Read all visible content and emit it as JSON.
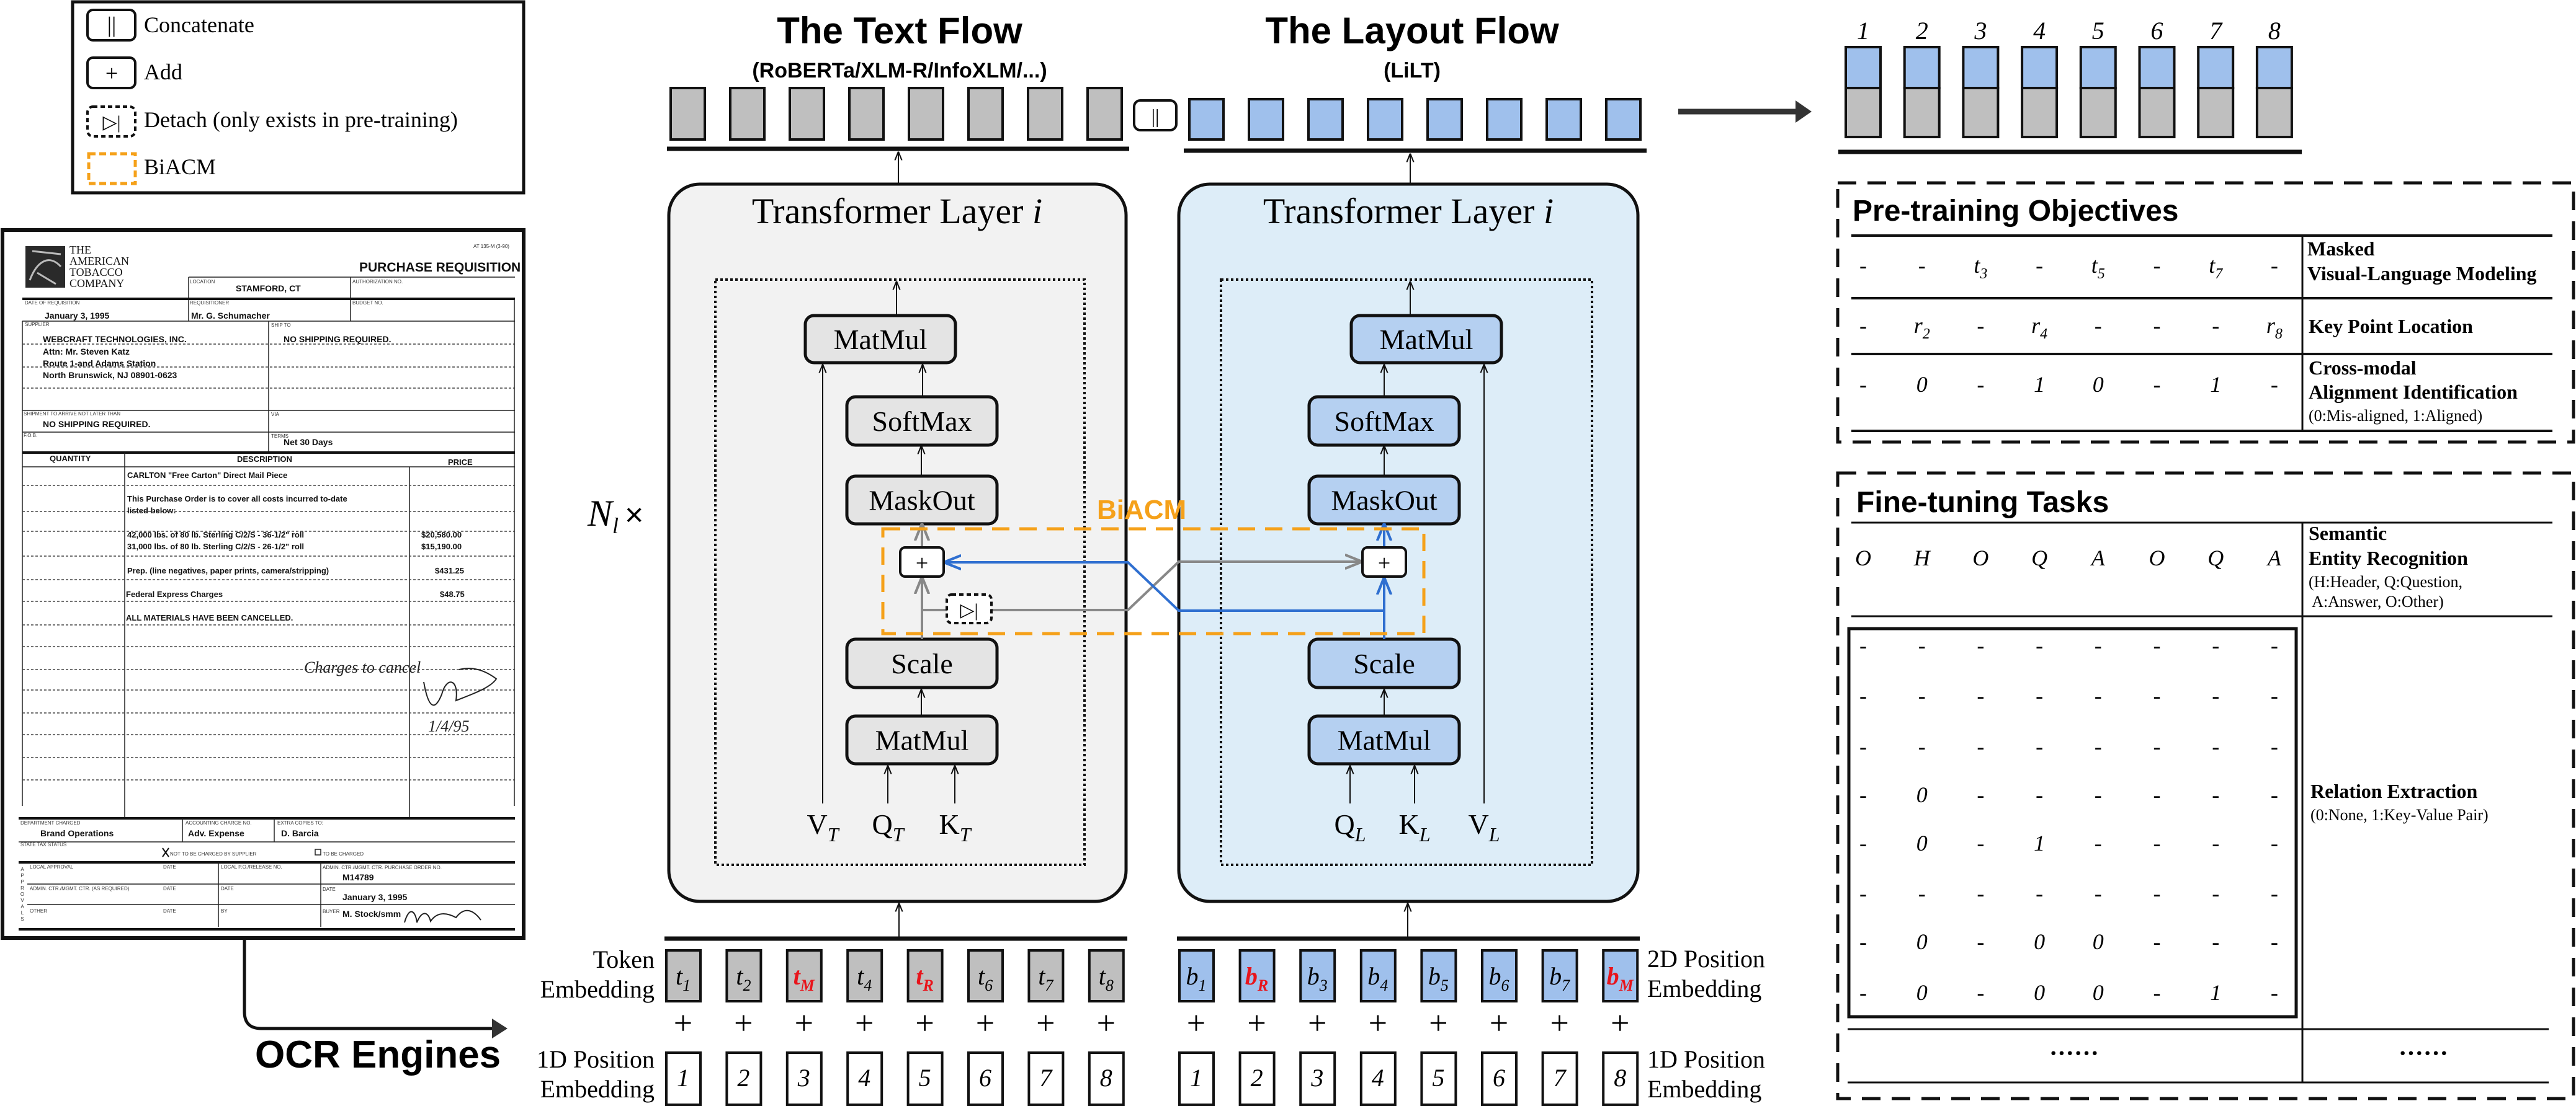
{
  "legend": {
    "items": [
      {
        "icon": "concatenate-icon",
        "symbol": "||",
        "label": "Concatenate"
      },
      {
        "icon": "add-icon",
        "symbol": "+",
        "label": "Add"
      },
      {
        "icon": "detach-icon",
        "symbol": "▷|",
        "label": "Detach (only exists in pre-training)"
      },
      {
        "icon": "biacm-icon",
        "symbol": "",
        "label": "BiACM"
      }
    ]
  },
  "document": {
    "texts": [
      "THE",
      "AMERICAN",
      "TOBACCO",
      "COMPANY",
      "AT 135-M (3-90)",
      "PURCHASE REQUISITION",
      "LOCATION",
      "STAMFORD, CT",
      "AUTHORIZATION NO.",
      "DATE OF REQUISITION",
      "January 3, 1995",
      "REQUISITIONER",
      "Mr. G. Schumacher",
      "BUDGET NO.",
      "SUPPLIER",
      "SHIP TO",
      "WEBCRAFT TECHNOLOGIES, INC.",
      "NO SHIPPING REQUIRED.",
      "Attn: Mr. Steven Katz",
      "Route 1-and Adams Station",
      "North Brunswick, NJ 08901-0623",
      "SHIPMENT TO ARRIVE NOT LATER THAN",
      "VIA",
      "NO SHIPPING REQUIRED.",
      "F.O.B.",
      "TERMS",
      "Net 30 Days",
      "QUANTITY",
      "DESCRIPTION",
      "PRICE",
      "CARLTON \"Free Carton\" Direct Mail Piece",
      "This Purchase Order is to cover all costs incurred to-date",
      "listed below:",
      "42,000 lbs. of 80 lb. Sterling C/2/S - 36-1/2\" roll",
      "$20,580.00",
      "31,000 lbs. of 80 lb. Sterling C/2/S - 26-1/2\" roll",
      "$15,190.00",
      "Prep. (line negatives, paper prints, camera/stripping)",
      "$431.25",
      "Federal Express Charges",
      "$48.75",
      "ALL MATERIALS HAVE BEEN CANCELLED.",
      "Charges to cancel",
      "1/4/95",
      "DEPARTMENT CHARGED",
      "Brand Operations",
      "ACCOUNTING CHARGE NO.",
      "Adv. Expense",
      "EXTRA COPIES TO:",
      "D. Barcia",
      "STATE TAX STATUS",
      "NOT TO BE CHARGED BY SUPPLIER",
      "TO BE CHARGED",
      "LOCAL APPROVAL",
      "DATE",
      "LOCAL P.O./RELEASE NO.",
      "ADMIN. CTR./MGMT. CTR. PURCHASE ORDER NO.",
      "M14789",
      "ADMIN. CTR./MGMT. CTR. (AS REQUIRED)",
      "DATE",
      "DATE",
      "DATE",
      "January 3, 1995",
      "OTHER",
      "DATE",
      "BY",
      "BUYER",
      "M. Stock/smm",
      "APPROVALS"
    ]
  },
  "ocr_label": "OCR Engines",
  "repeat": {
    "base": "N",
    "sub": "l",
    "times": "×"
  },
  "concat_symbol": "||",
  "add_symbol": "+",
  "detach_symbol": "▷|",
  "biacm_label": "BiACM",
  "text_flow": {
    "title": "The Text Flow",
    "subtitle": "(RoBERTa/XLM-R/InfoXLM/...)",
    "layer_title": "Transformer Layer ",
    "layer_index": "i",
    "modules": {
      "matmul_top": "MatMul",
      "softmax": "SoftMax",
      "maskout": "MaskOut",
      "scale": "Scale",
      "matmul_bottom": "MatMul"
    },
    "inputs": [
      {
        "b": "V",
        "s": "T"
      },
      {
        "b": "Q",
        "s": "T"
      },
      {
        "b": "K",
        "s": "T"
      }
    ]
  },
  "layout_flow": {
    "title": "The Layout Flow",
    "subtitle": "(LiLT)",
    "layer_title": "Transformer Layer ",
    "layer_index": "i",
    "modules": {
      "matmul_top": "MatMul",
      "softmax": "SoftMax",
      "maskout": "MaskOut",
      "scale": "Scale",
      "matmul_bottom": "MatMul"
    },
    "inputs": [
      {
        "b": "Q",
        "s": "L"
      },
      {
        "b": "K",
        "s": "L"
      },
      {
        "b": "V",
        "s": "L"
      }
    ]
  },
  "token_embedding": {
    "label_lines": [
      "Token",
      "Embedding"
    ],
    "tokens": [
      {
        "b": "t",
        "s": "1",
        "masked": false
      },
      {
        "b": "t",
        "s": "2",
        "masked": false
      },
      {
        "b": "t",
        "s": "M",
        "masked": true
      },
      {
        "b": "t",
        "s": "4",
        "masked": false
      },
      {
        "b": "t",
        "s": "R",
        "masked": true
      },
      {
        "b": "t",
        "s": "6",
        "masked": false
      },
      {
        "b": "t",
        "s": "7",
        "masked": false
      },
      {
        "b": "t",
        "s": "8",
        "masked": false
      }
    ]
  },
  "position_2d": {
    "label_lines": [
      "2D Position",
      "Embedding"
    ],
    "tokens": [
      {
        "b": "b",
        "s": "1",
        "masked": false
      },
      {
        "b": "b",
        "s": "R",
        "masked": true
      },
      {
        "b": "b",
        "s": "3",
        "masked": false
      },
      {
        "b": "b",
        "s": "4",
        "masked": false
      },
      {
        "b": "b",
        "s": "5",
        "masked": false
      },
      {
        "b": "b",
        "s": "6",
        "masked": false
      },
      {
        "b": "b",
        "s": "7",
        "masked": false
      },
      {
        "b": "b",
        "s": "M",
        "masked": true
      }
    ]
  },
  "position_1d": {
    "label_lines": [
      "1D Position",
      "Embedding"
    ],
    "values": [
      "1",
      "2",
      "3",
      "4",
      "5",
      "6",
      "7",
      "8"
    ]
  },
  "output_indices": [
    "1",
    "2",
    "3",
    "4",
    "5",
    "6",
    "7",
    "8"
  ],
  "pretraining": {
    "title": "Pre-training Objectives",
    "rows": [
      {
        "cells": [
          {
            "b": "-"
          },
          {
            "b": "-"
          },
          {
            "b": "t",
            "s": "3"
          },
          {
            "b": "-"
          },
          {
            "b": "t",
            "s": "5"
          },
          {
            "b": "-"
          },
          {
            "b": "t",
            "s": "7"
          },
          {
            "b": "-"
          }
        ],
        "label_lines": [
          "Masked",
          "Visual-Language Modeling"
        ],
        "note": ""
      },
      {
        "cells": [
          {
            "b": "-"
          },
          {
            "b": "r",
            "s": "2"
          },
          {
            "b": "-"
          },
          {
            "b": "r",
            "s": "4"
          },
          {
            "b": "-"
          },
          {
            "b": "-"
          },
          {
            "b": "-"
          },
          {
            "b": "r",
            "s": "8"
          }
        ],
        "label_lines": [
          "Key Point Location"
        ],
        "note": ""
      },
      {
        "cells": [
          {
            "b": "-"
          },
          {
            "b": "0"
          },
          {
            "b": "-"
          },
          {
            "b": "1"
          },
          {
            "b": "0"
          },
          {
            "b": "-"
          },
          {
            "b": "1"
          },
          {
            "b": "-"
          }
        ],
        "label_lines": [
          "Cross-modal",
          "Alignment Identification"
        ],
        "note": "(0:Mis-aligned, 1:Aligned)"
      }
    ]
  },
  "finetuning": {
    "title": "Fine-tuning Tasks",
    "ser": {
      "cells": [
        "O",
        "H",
        "O",
        "Q",
        "A",
        "O",
        "Q",
        "A"
      ],
      "label_lines": [
        "Semantic",
        "Entity Recognition"
      ],
      "note_lines": [
        "(H:Header, Q:Question,",
        " A:Answer, O:Other)"
      ]
    },
    "re": {
      "matrix": [
        [
          "-",
          "-",
          "-",
          "-",
          "-",
          "-",
          "-",
          "-"
        ],
        [
          "-",
          "-",
          "-",
          "-",
          "-",
          "-",
          "-",
          "-"
        ],
        [
          "-",
          "-",
          "-",
          "-",
          "-",
          "-",
          "-",
          "-"
        ],
        [
          "-",
          "0",
          "-",
          "-",
          "-",
          "-",
          "-",
          "-"
        ],
        [
          "-",
          "0",
          "-",
          "1",
          "-",
          "-",
          "-",
          "-"
        ],
        [
          "-",
          "-",
          "-",
          "-",
          "-",
          "-",
          "-",
          "-"
        ],
        [
          "-",
          "0",
          "-",
          "0",
          "0",
          "-",
          "-",
          "-"
        ],
        [
          "-",
          "0",
          "-",
          "0",
          "0",
          "-",
          "1",
          "-"
        ]
      ],
      "label": "Relation Extraction",
      "note": "(0:None, 1:Key-Value Pair)"
    },
    "more_left": "······",
    "more_right": "······"
  },
  "colors": {
    "text_token": "#bfbfbf",
    "layout_token": "#9fc0ec",
    "text_panel": "#f2f2f2",
    "layout_panel": "#ddedf8",
    "text_module": "#e4e4e4",
    "layout_module": "#b5d0f1",
    "biacm": "#f5a11a",
    "masked_token": "#e8141b",
    "cross_link": "#2f6fd0"
  }
}
